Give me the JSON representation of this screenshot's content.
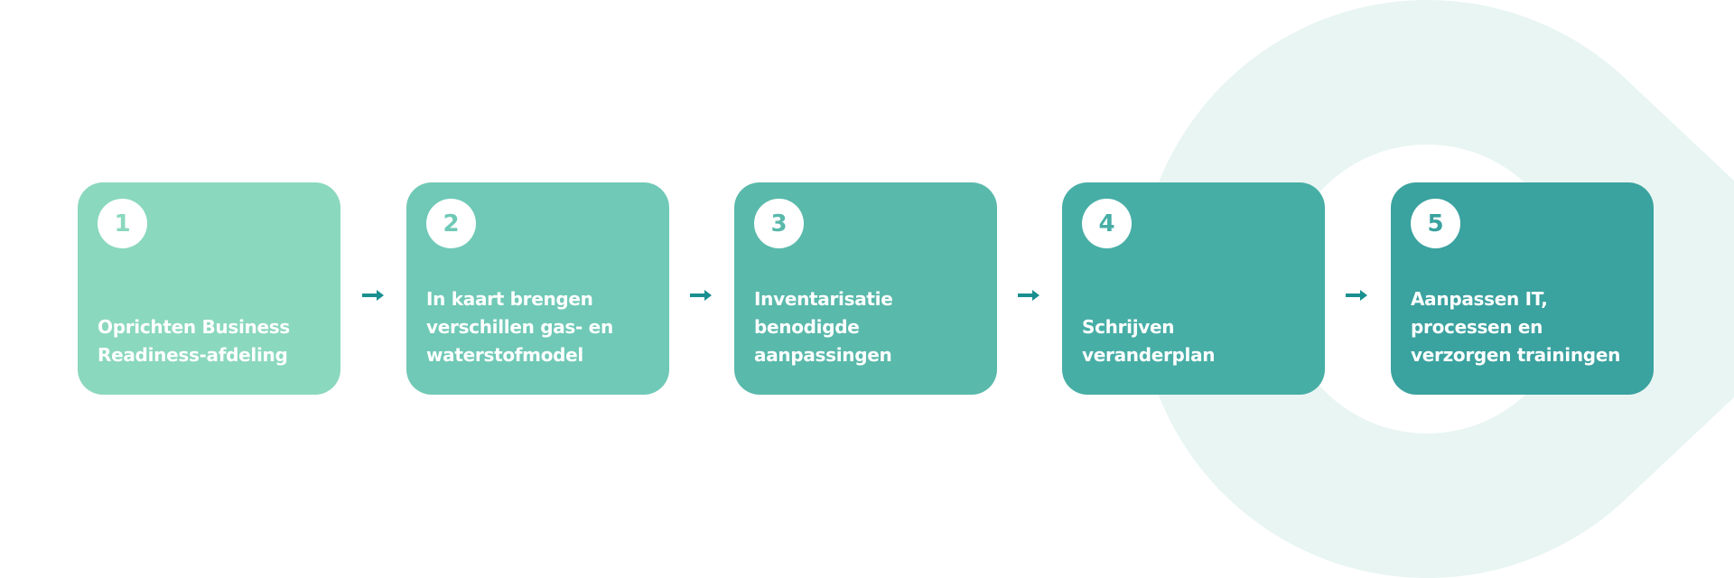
{
  "colors": {
    "background_shape": "#e8f5f2",
    "arrow": "#1a8f8f",
    "steps": [
      "#8ad8bd",
      "#6fc9b6",
      "#59b9ab",
      "#47aea6",
      "#3aa29f"
    ]
  },
  "steps": [
    {
      "number": "1",
      "label": "Oprichten Business Readiness-afdeling"
    },
    {
      "number": "2",
      "label": "In kaart brengen verschillen gas- en waterstofmodel"
    },
    {
      "number": "3",
      "label": "Inventarisatie benodigde aanpassingen"
    },
    {
      "number": "4",
      "label": "Schrijven veranderplan"
    },
    {
      "number": "5",
      "label": "Aanpassen IT, processen en verzorgen trainingen"
    }
  ],
  "arrow_icon": "arrow-right-icon"
}
